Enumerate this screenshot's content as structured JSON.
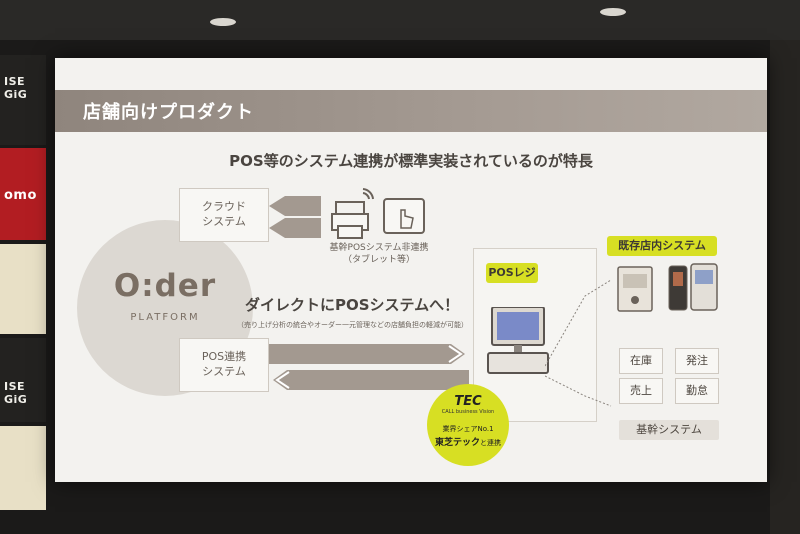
{
  "side_banners": [
    "ISE GiG",
    "omo",
    "ISE GiG"
  ],
  "header": {
    "title": "店舗向けプロダクト"
  },
  "subtitle": "POS等のシステム連携が標準実装されているのが特長",
  "logo": {
    "main": "O:der",
    "sub": "PLATFORM"
  },
  "cloud_box": {
    "line1": "クラウド",
    "line2": "システム"
  },
  "tablet_note": {
    "line1": "基幹POSシステム非連携",
    "line2": "（タブレット等）"
  },
  "direct": {
    "title": "ダイレクトにPOSシステムへ！",
    "sub": "（売り上げ分析の統合やオーダー一元管理などの店舗負担の軽減が可能）"
  },
  "pos_box": {
    "line1": "POS連携",
    "line2": "システム"
  },
  "pos_register": {
    "label": "POSレジ"
  },
  "tec": {
    "logo": "TEC",
    "tagline": "CALL business Vision",
    "line1": "業界シェアNo.1",
    "line2_bold": "東芝テック",
    "line2_rest": "と連携"
  },
  "existing": {
    "label": "既存店内システム"
  },
  "core": {
    "items": [
      "在庫",
      "発注",
      "売上",
      "勤怠"
    ],
    "label": "基幹システム"
  },
  "colors": {
    "accent_green": "#d7df23",
    "header_bar": "#a59b93",
    "text_brown": "#4a4540"
  }
}
